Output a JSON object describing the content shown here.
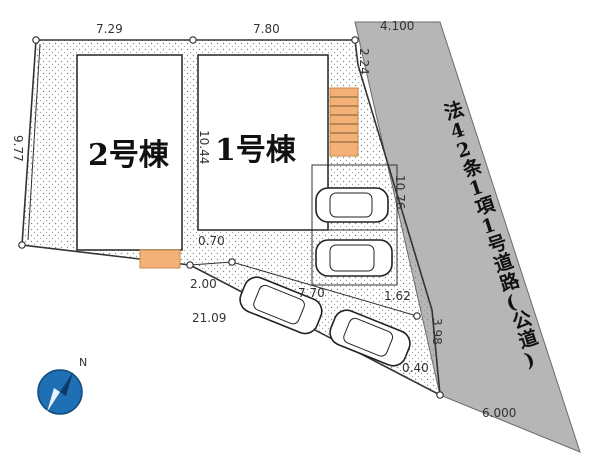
{
  "buildings": [
    {
      "id": "building-2",
      "label": "2号棟"
    },
    {
      "id": "building-1",
      "label": "1号棟"
    }
  ],
  "dimensions": {
    "top_left": "7.29",
    "top_mid": "7.80",
    "top_road": "4.100",
    "left_side": "9.77",
    "b1_height": "10.44",
    "gap_small": "2.24",
    "right_lot": "10.76",
    "step_a": "0.70",
    "step_b": "2.00",
    "drive": "7.70",
    "bottom": "21.09",
    "notch": "1.62",
    "right_low": "3.98",
    "corner": "0.40",
    "bottom_road": "6.000"
  },
  "road": {
    "label": "法42条1項1号道路(公道)"
  },
  "compass": {
    "label": "N"
  },
  "colors": {
    "road_fill": "#b6b6b6",
    "lot_fill": "#f4f4f4",
    "dots": "#8a8a8a",
    "accent": "#f3b177",
    "compass_fill": "#1f6fb5"
  }
}
